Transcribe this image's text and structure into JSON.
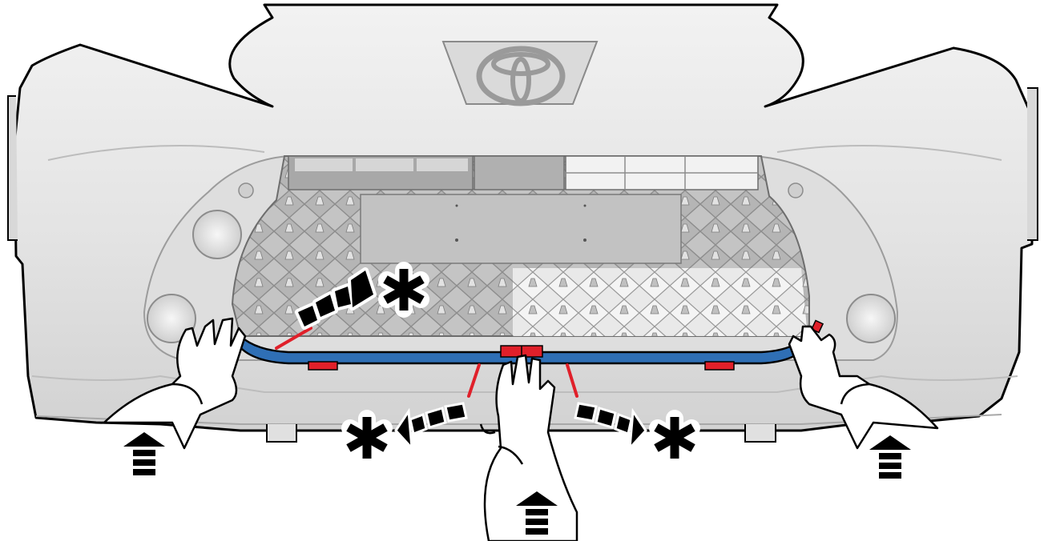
{
  "illustration": {
    "subject": "front-bumper-assembly",
    "brand_emblem": "toyota-emblem-icon",
    "colors": {
      "bumper_fill": "#e6e6e6",
      "bumper_shade": "#cfcfcf",
      "outline": "#000000",
      "grille_fill": "#bdbdbd",
      "grille_light": "#f4f4f4",
      "strip_blue": "#2f6fb5",
      "clip_red": "#e0202a",
      "pointer_red": "#e0202a",
      "arrow_black": "#000000"
    },
    "callouts": [
      {
        "icon": "rotation-arrow-icon",
        "marker": "asterisk-icon",
        "position": "upper-left"
      },
      {
        "icon": "rotation-arrow-icon",
        "marker": "asterisk-icon",
        "position": "lower-left"
      },
      {
        "icon": "rotation-arrow-icon",
        "marker": "asterisk-icon",
        "position": "lower-right"
      }
    ],
    "hands": [
      {
        "icon": "hand-icon",
        "position": "left"
      },
      {
        "icon": "hand-icon",
        "position": "center"
      },
      {
        "icon": "hand-icon",
        "position": "right"
      }
    ],
    "push_arrows": [
      {
        "icon": "push-up-arrow-icon",
        "position": "left"
      },
      {
        "icon": "push-up-arrow-icon",
        "position": "center"
      },
      {
        "icon": "push-up-arrow-icon",
        "position": "right"
      }
    ]
  }
}
